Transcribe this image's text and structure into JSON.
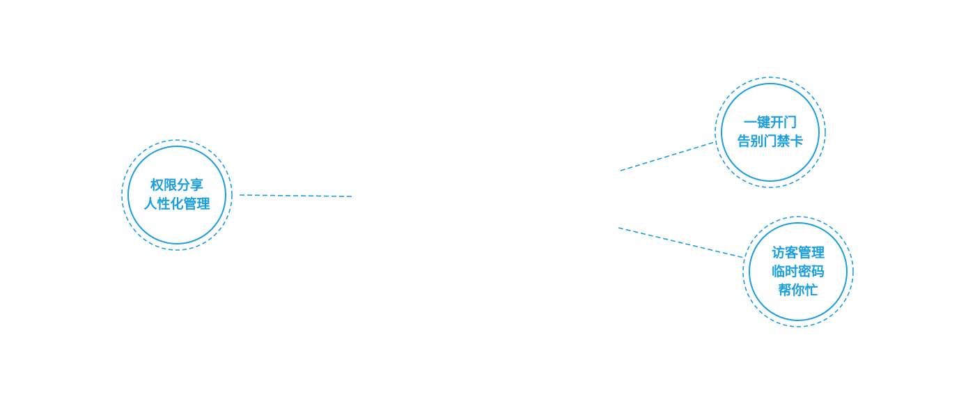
{
  "theme": {
    "accent": "#1a9ee2",
    "background": "#ffffff"
  },
  "features": {
    "left": {
      "lines": [
        "权限分享",
        "人性化管理"
      ]
    },
    "top_right": {
      "lines": [
        "一键开门",
        "告别门禁卡"
      ]
    },
    "bottom_right": {
      "lines": [
        "访客管理",
        "临时密码",
        "帮你忙"
      ]
    }
  }
}
